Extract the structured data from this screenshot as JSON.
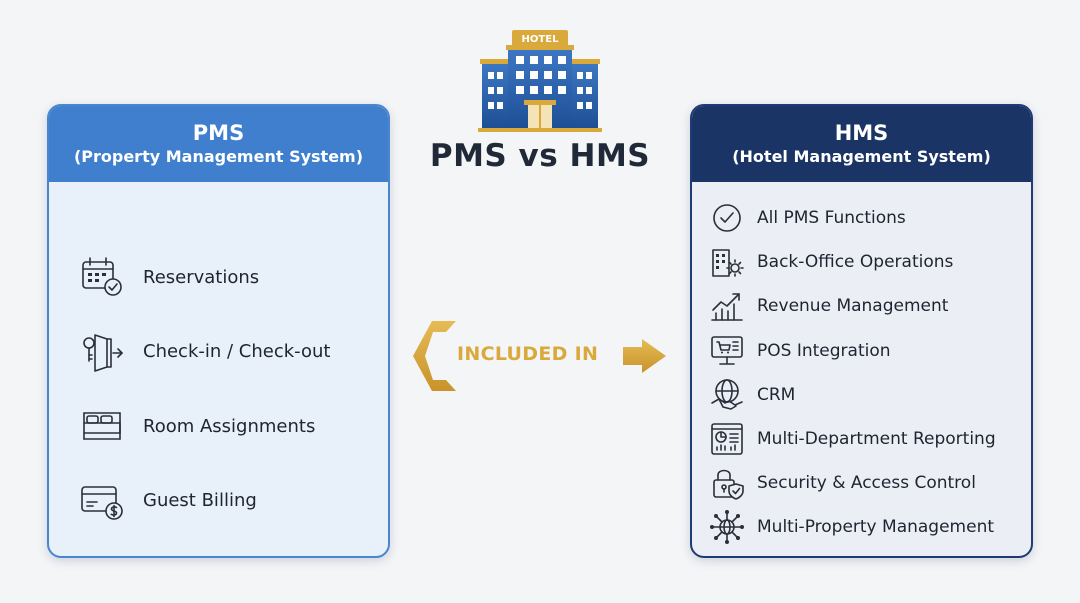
{
  "title": "PMS vs HMS",
  "logo": {
    "sign_text": "HOTEL"
  },
  "connector_label": "INCLUDED IN",
  "pms": {
    "title": "PMS",
    "subtitle": "(Property Management System)",
    "items": [
      {
        "label": "Reservations",
        "icon": "calendar-check-icon"
      },
      {
        "label": "Check-in / Check-out",
        "icon": "key-door-icon"
      },
      {
        "label": "Room Assignments",
        "icon": "bed-icon"
      },
      {
        "label": "Guest Billing",
        "icon": "credit-card-dollar-icon"
      }
    ]
  },
  "hms": {
    "title": "HMS",
    "subtitle": "(Hotel Management System)",
    "items": [
      {
        "label": "All PMS Functions",
        "icon": "check-circle-icon"
      },
      {
        "label": "Back-Office Operations",
        "icon": "building-gear-icon"
      },
      {
        "label": "Revenue Management",
        "icon": "growth-chart-icon"
      },
      {
        "label": "POS Integration",
        "icon": "pos-terminal-icon"
      },
      {
        "label": "CRM",
        "icon": "globe-handshake-icon"
      },
      {
        "label": "Multi-Department Reporting",
        "icon": "report-dashboard-icon"
      },
      {
        "label": "Security & Access Control",
        "icon": "lock-shield-icon"
      },
      {
        "label": "Multi-Property Management",
        "icon": "network-globe-icon"
      }
    ]
  },
  "colors": {
    "pms_header": "#3f7fcd",
    "hms_header": "#1b3466",
    "accent_gold": "#d9a93b"
  }
}
